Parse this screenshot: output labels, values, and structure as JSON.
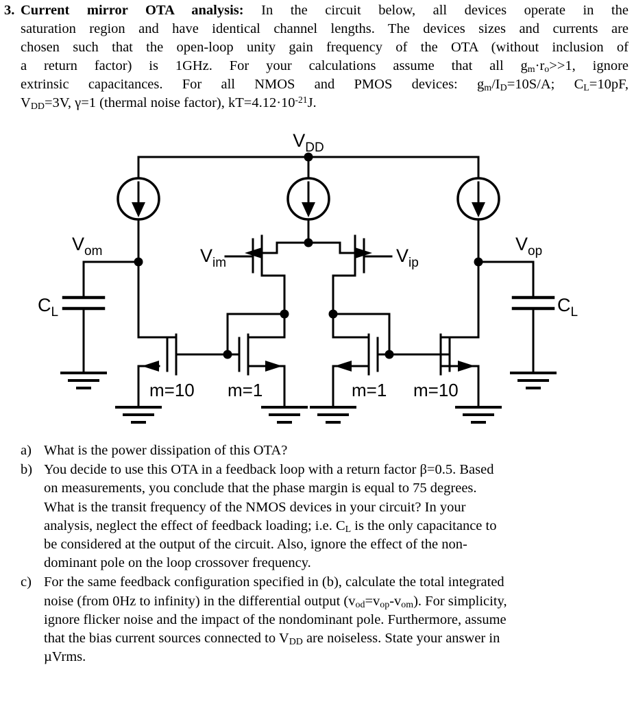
{
  "document": {
    "type": "homework-problem",
    "problem_number": "3.",
    "title": "Current mirror OTA analysis:",
    "statement_lines": [
      "In the circuit below, all devices operate in the",
      "saturation region and have identical channel lengths. The devices sizes and currents are",
      "chosen such that the open-loop unity gain frequency of the OTA (without inclusion of",
      "a return factor) is 1GHz. For your calculations assume that all gₘ·rₒ>>1, ignore",
      "extrinsic capacitances. For all NMOS and PMOS devices: gₘ/Iᴅ=10S/A; Cʟ=10pF,",
      "Vᴅᴅ=3V, γ=1 (thermal noise factor), kT=4.12·10⁻²¹J."
    ],
    "given_parameters": {
      "unity_gain_frequency": "1GHz",
      "gm_over_id": "10S/A",
      "load_capacitance": "10pF",
      "supply_voltage": "3V",
      "thermal_noise_factor": "1",
      "kT": "4.12·10⁻²¹J"
    }
  },
  "circuit": {
    "name": "current-mirror-OTA",
    "supply_label": "V",
    "supply_sub": "DD",
    "nodes": {
      "out_minus_label": "V",
      "out_minus_sub": "om",
      "out_plus_label": "V",
      "out_plus_sub": "op",
      "in_minus_label": "V",
      "in_minus_sub": "im",
      "in_plus_label": "V",
      "in_plus_sub": "ip"
    },
    "capacitors": [
      {
        "id": "cl-left",
        "label": "C",
        "sub": "L"
      },
      {
        "id": "cl-right",
        "label": "C",
        "sub": "L"
      }
    ],
    "current_sources": [
      {
        "id": "isrc-left",
        "direction": "down"
      },
      {
        "id": "isrc-center",
        "direction": "down"
      },
      {
        "id": "isrc-right",
        "direction": "down"
      }
    ],
    "transistors": [
      {
        "id": "mn-left-output",
        "type": "NMOS",
        "multiplier": "m=10"
      },
      {
        "id": "mn-left-diode",
        "type": "NMOS",
        "multiplier": "m=1"
      },
      {
        "id": "mn-right-diode",
        "type": "NMOS",
        "multiplier": "m=1"
      },
      {
        "id": "mn-right-output",
        "type": "NMOS",
        "multiplier": "m=10"
      },
      {
        "id": "mp-input-minus",
        "type": "PMOS",
        "multiplier": ""
      },
      {
        "id": "mp-input-plus",
        "type": "PMOS",
        "multiplier": ""
      }
    ],
    "ground_symbol_count": 6,
    "stroke_color": "#000000",
    "stroke_width": 3
  },
  "questions": [
    {
      "marker": "a)",
      "lines": [
        "What is the power dissipation of this OTA?"
      ]
    },
    {
      "marker": "b)",
      "lines": [
        "You decide to use this OTA in a feedback loop with a return factor β=0.5. Based",
        "on measurements, you conclude that the phase margin is equal to 75 degrees.",
        "What is the transit frequency of the NMOS devices in your circuit? In your",
        "analysis, neglect the effect of feedback loading; i.e. Cʟ is the only capacitance to",
        "be considered at the output of the circuit. Also, ignore the effect of the non-",
        "dominant pole on the loop crossover frequency."
      ]
    },
    {
      "marker": "c)",
      "lines": [
        "For the same feedback configuration specified in (b), calculate the total integrated",
        "noise (from 0Hz to infinity) in the differential output (vₒd=vₒₚ-vₒₘ). For simplicity,",
        "ignore flicker noise and the impact of the nondominant pole. Furthermore, assume",
        "that the bias current sources connected to Vᴅᴅ are noiseless. State your answer in",
        "μVrms."
      ]
    }
  ]
}
